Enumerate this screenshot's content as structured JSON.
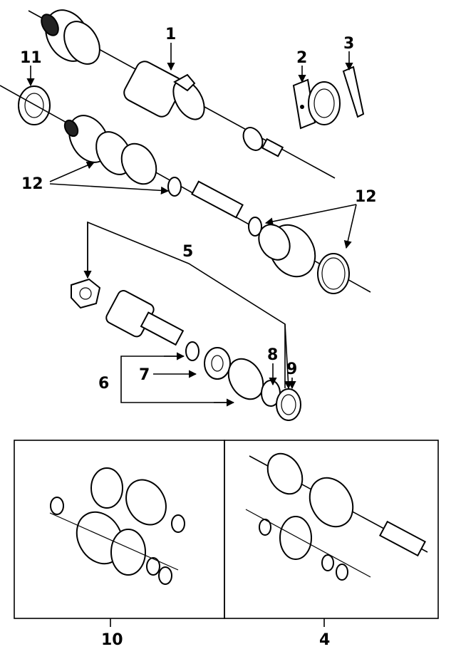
{
  "callouts": {
    "c1": "1",
    "c2": "2",
    "c3": "3",
    "c4": "4",
    "c5": "5",
    "c6": "6",
    "c7": "7",
    "c8": "8",
    "c9": "9",
    "c10": "10",
    "c11": "11",
    "c12a": "12",
    "c12b": "12"
  },
  "colors": {
    "ink": "#000000",
    "paper": "#ffffff"
  }
}
